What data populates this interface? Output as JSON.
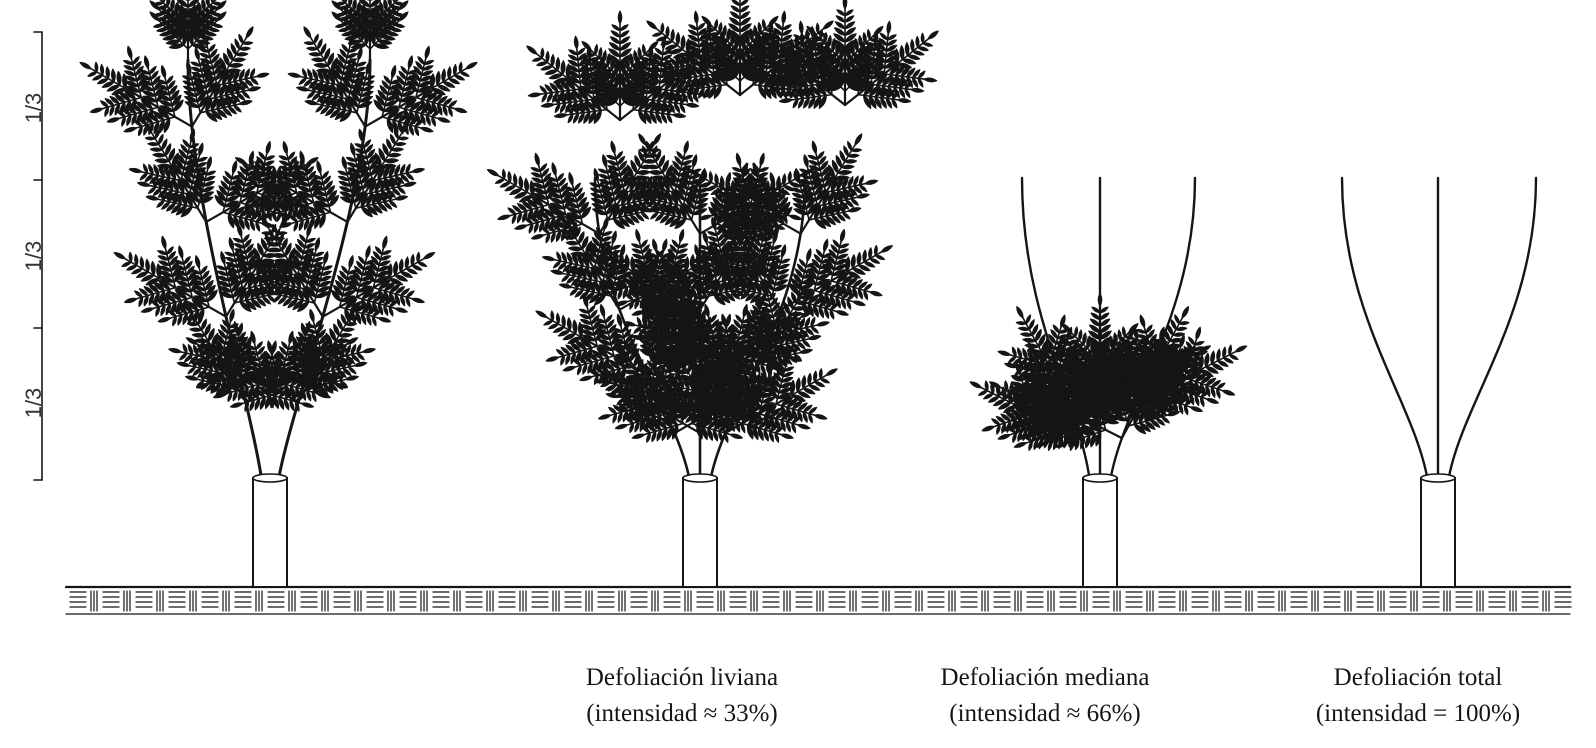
{
  "scale": {
    "labels": [
      "1/3",
      "1/3",
      "1/3"
    ]
  },
  "panels": [
    {
      "id": "control",
      "canopy": "full",
      "caption_title": "",
      "caption_detail": ""
    },
    {
      "id": "light",
      "canopy": "top-removed",
      "caption_title": "Defoliación liviana",
      "caption_detail": "(intensidad ≈ 33%)"
    },
    {
      "id": "medium",
      "canopy": "lower-third-only",
      "caption_title": "Defoliación mediana",
      "caption_detail": "(intensidad ≈ 66%)"
    },
    {
      "id": "total",
      "canopy": "none",
      "caption_title": "Defoliación total",
      "caption_detail": "(intensidad = 100%)"
    }
  ],
  "colors": {
    "ink": "#151515",
    "paper": "#ffffff"
  }
}
